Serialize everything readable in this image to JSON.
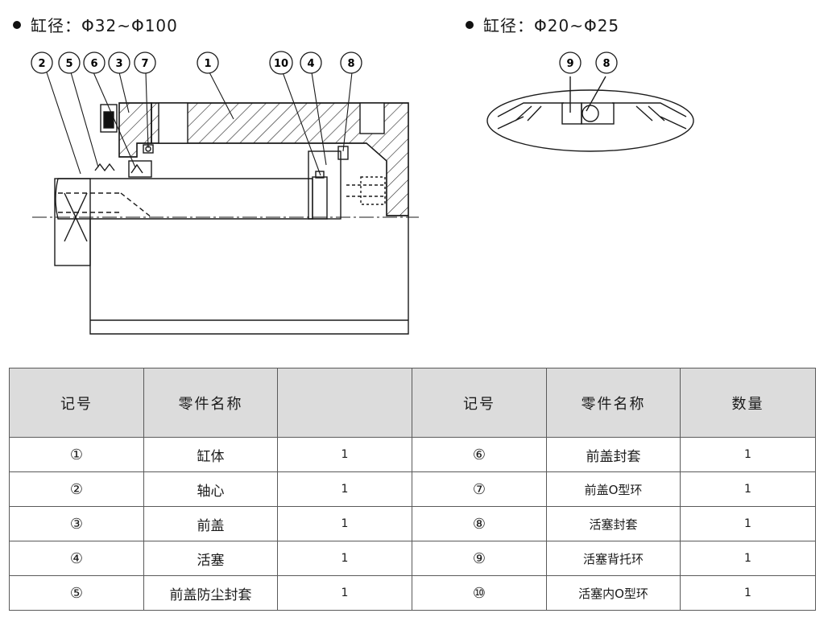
{
  "headings": {
    "left": "缸径：Φ32~Φ100",
    "right": "缸径：Φ20~Φ25"
  },
  "callouts_left": [
    "2",
    "5",
    "6",
    "3",
    "7",
    "1",
    "10",
    "4",
    "8"
  ],
  "callouts_right": [
    "9",
    "8"
  ],
  "table": {
    "headers": [
      "记号",
      "零件名称",
      "",
      "记号",
      "零件名称",
      "数量"
    ],
    "rows": [
      {
        "mark_l": "①",
        "name_l": "缸体",
        "qty_l": "1",
        "mark_r": "⑥",
        "name_r": "前盖封套",
        "qty_r": "1"
      },
      {
        "mark_l": "②",
        "name_l": "轴心",
        "qty_l": "1",
        "mark_r": "⑦",
        "name_r": "前盖O型环",
        "qty_r": "1"
      },
      {
        "mark_l": "③",
        "name_l": "前盖",
        "qty_l": "1",
        "mark_r": "⑧",
        "name_r": "活塞封套",
        "qty_r": "1"
      },
      {
        "mark_l": "④",
        "name_l": "活塞",
        "qty_l": "1",
        "mark_r": "⑨",
        "name_r": "活塞背托环",
        "qty_r": "1"
      },
      {
        "mark_l": "⑤",
        "name_l": "前盖防尘封套",
        "qty_l": "1",
        "mark_r": "⑩",
        "name_r": "活塞内O型环",
        "qty_r": "1"
      }
    ]
  }
}
